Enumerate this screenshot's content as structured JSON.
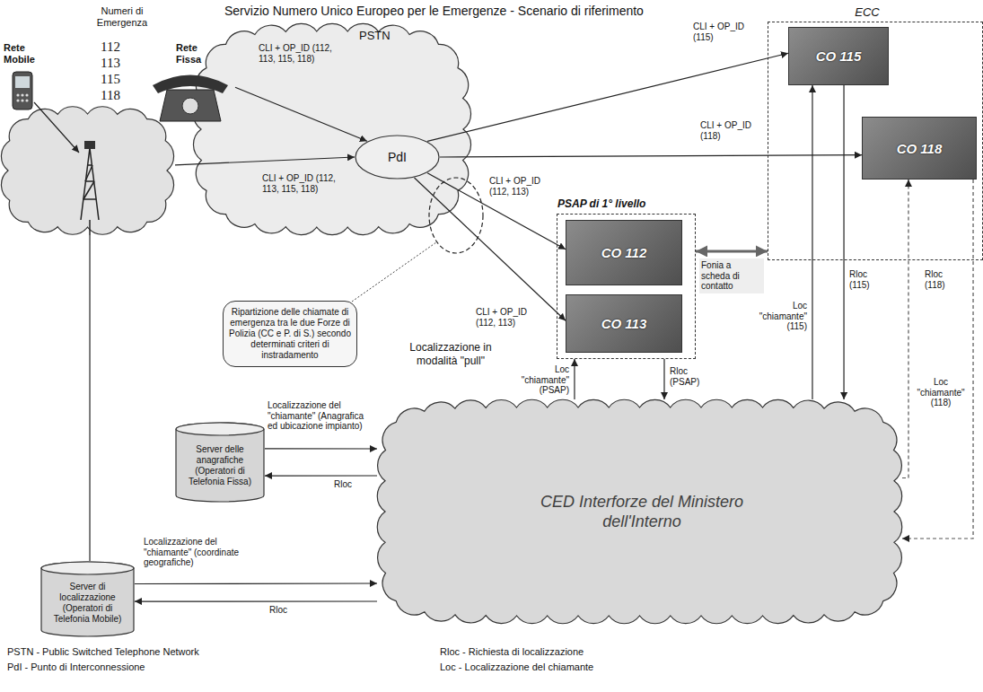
{
  "diagram": {
    "title": "Servizio Numero Unico Europeo per le Emergenze - Scenario di riferimento",
    "nodes": [
      {
        "text": [
          "Rete Mobile"
        ]
      },
      {
        "text": [
          "Rete Fissa"
        ]
      },
      {
        "text": [
          "PSTN"
        ]
      },
      {
        "text": [
          "PdI"
        ],
        "in": 2
      },
      {
        "text": [
          "ECC"
        ]
      },
      {
        "text": [
          "CO 115"
        ],
        "in": 4
      },
      {
        "text": [
          "CO 118"
        ],
        "in": 4
      },
      {
        "text": [
          "PSAP di 1° livello"
        ]
      },
      {
        "text": [
          "CO 112"
        ],
        "in": 7
      },
      {
        "text": [
          "CO 113"
        ],
        "in": 7
      },
      {
        "text": [
          "Ripartizione delle chiamate di emergenza tra le due Forze di Polizia (CC e P. di S.) secondo determinati criteri di instradamento"
        ]
      },
      {
        "text": [
          "Server delle anagrafiche (Operatori di Telefonia Fissa)"
        ]
      },
      {
        "text": [
          "Server di localizzazione (Operatori di Telefonia Mobile)"
        ]
      },
      {
        "text": [
          "CED Interforze del Ministero dell'Interno"
        ]
      }
    ],
    "edges": [
      {
        "from": 0,
        "to": 3,
        "label": "CLI + OP_ID (112, 113, 115, 118)",
        "arrow": "to"
      },
      {
        "from": 1,
        "to": 3,
        "label": "CLI + OP_ID (112, 113, 115, 118)",
        "arrow": "to"
      },
      {
        "from": 3,
        "to": 5,
        "label": "CLI + OP_ID (115)",
        "arrow": "to"
      },
      {
        "from": 3,
        "to": 6,
        "label": "CLI + OP_ID (118)",
        "arrow": "to"
      },
      {
        "from": 3,
        "to": 8,
        "label": "CLI + OP_ID (112, 113)",
        "arrow": "to"
      },
      {
        "from": 3,
        "to": 9,
        "label": "CLI + OP_ID (112, 113)",
        "arrow": "to"
      },
      {
        "from": 7,
        "to": 4,
        "label": "Fonia a scheda di contatto",
        "arrow": "both"
      },
      {
        "from": 13,
        "to": 7,
        "label": "Loc \"chiamante\" (PSAP)",
        "arrow": "to"
      },
      {
        "from": 7,
        "to": 13,
        "label": "Rloc (PSAP)",
        "arrow": "to"
      },
      {
        "from": 13,
        "to": 5,
        "label": "Loc \"chiamante\" (115)",
        "arrow": "to"
      },
      {
        "from": 5,
        "to": 13,
        "label": "Rloc (115)",
        "arrow": "to"
      },
      {
        "from": 13,
        "to": 6,
        "label": "Loc \"chiamante\" (118)",
        "arrow": "to"
      },
      {
        "from": 6,
        "to": 13,
        "label": "Rloc (118)",
        "arrow": "to"
      },
      {
        "from": 11,
        "to": 13,
        "label": "Localizzazione del \"chiamante\" (Anagrafica ed ubicazione impianto)",
        "arrow": "to"
      },
      {
        "from": 13,
        "to": 11,
        "label": "Rloc",
        "arrow": "to"
      },
      {
        "from": 12,
        "to": 13,
        "label": "Localizzazione del \"chiamante\" (coordinate geografiche)",
        "arrow": "to"
      },
      {
        "from": 13,
        "to": 12,
        "label": "Rloc",
        "arrow": "to"
      },
      {
        "from": 12,
        "to": 0,
        "arrow": "none"
      }
    ],
    "labels": [
      "Numeri di Emergenza",
      "112",
      "113",
      "115",
      "118",
      "Localizzazione in modalità \"pull\"",
      "PSTN - Public Switched Telephone Network",
      "PdI - Punto di Interconnessione",
      "Rloc - Richiesta di localizzazione",
      "Loc - Localizzazione del chiamante"
    ]
  }
}
